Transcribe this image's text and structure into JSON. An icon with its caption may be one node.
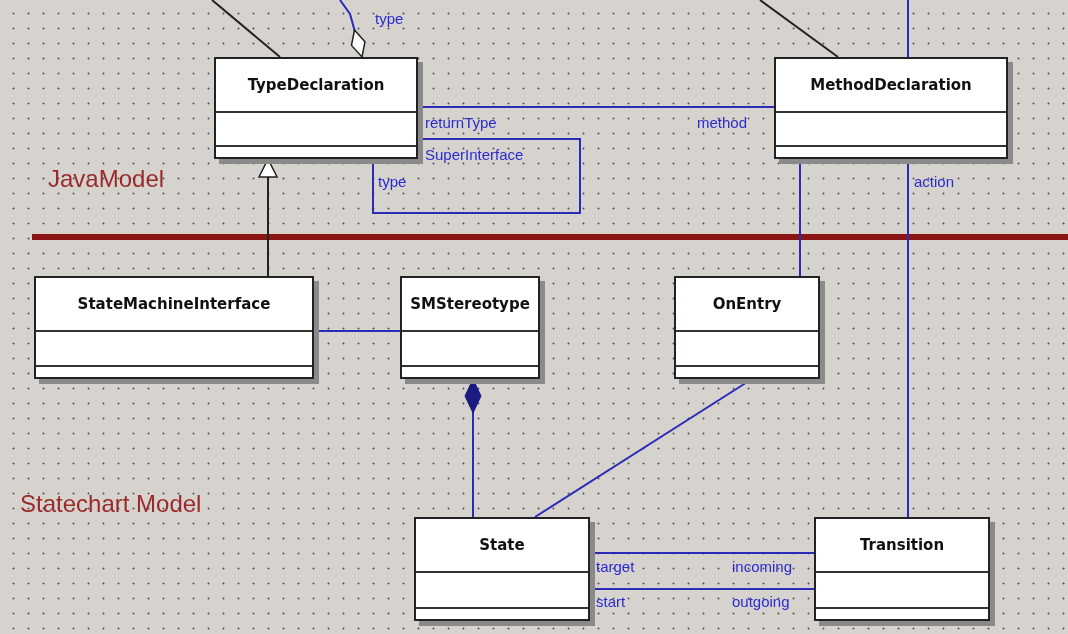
{
  "diagram": {
    "nodes": [
      {
        "text": [
          "TypeDeclaration"
        ]
      },
      {
        "text": [
          "MethodDeclaration"
        ]
      },
      {
        "text": [
          "StateMachineInterface"
        ]
      },
      {
        "text": [
          "SMStereotype"
        ]
      },
      {
        "text": [
          "OnEntry"
        ]
      },
      {
        "text": [
          "State"
        ]
      },
      {
        "text": [
          "Transition"
        ]
      }
    ],
    "edges": [
      {
        "from": 0,
        "to": 1,
        "arrow": "none"
      },
      {
        "from": 0,
        "to": 0,
        "arrow": "none"
      },
      {
        "from": 2,
        "to": 0,
        "arrow": "to",
        "color": "#222222"
      },
      {
        "from": 2,
        "to": 3,
        "arrow": "none"
      },
      {
        "from": 3,
        "to": 5,
        "arrow": "other"
      },
      {
        "from": 1,
        "to": 4,
        "arrow": "none"
      },
      {
        "from": 1,
        "to": 6,
        "arrow": "none"
      },
      {
        "from": 4,
        "to": 5,
        "arrow": "none"
      },
      {
        "from": 5,
        "to": 6,
        "arrow": "none"
      },
      {
        "from": 5,
        "to": 6,
        "arrow": "none"
      },
      {
        "from": null,
        "to": 0,
        "arrow": "none",
        "color": "#222222"
      },
      {
        "from": null,
        "to": 0,
        "arrow": "other"
      },
      {
        "from": null,
        "to": 1,
        "arrow": "none",
        "color": "#222222"
      },
      {
        "from": null,
        "to": 1,
        "arrow": "none"
      }
    ],
    "labels": [
      "type",
      "returnType",
      "method",
      "SuperInterface",
      "JavaModel",
      "type",
      "action",
      "Statechart Model",
      "target",
      "incoming",
      "start",
      "outgoing"
    ]
  }
}
